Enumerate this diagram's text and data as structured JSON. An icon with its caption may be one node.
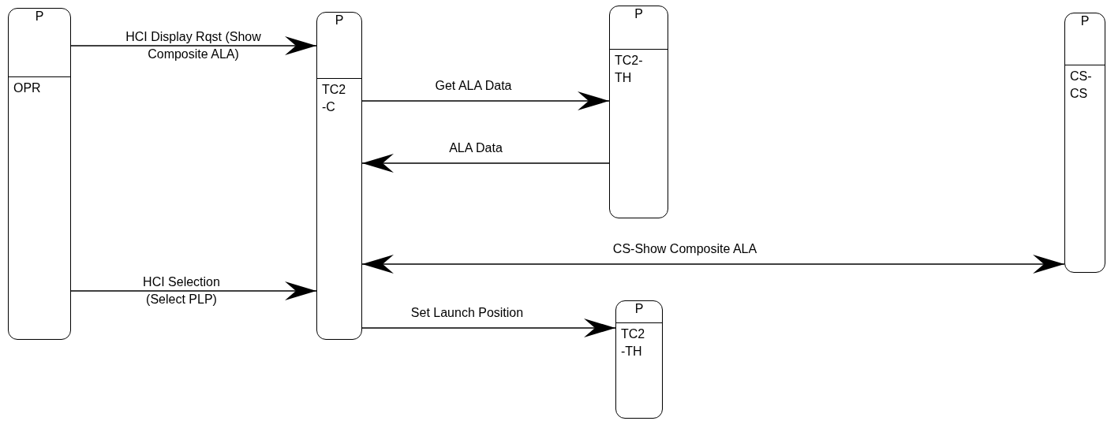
{
  "diagram": {
    "nodes": [
      {
        "text": [
          "P",
          "OPR"
        ]
      },
      {
        "text": [
          "P",
          "TC2 -C"
        ]
      },
      {
        "text": [
          "P",
          "TC2- TH"
        ]
      },
      {
        "text": [
          "P",
          "CS- CS"
        ]
      },
      {
        "text": [
          "P",
          "TC2 -TH"
        ]
      }
    ],
    "edges": [
      {
        "from": 0,
        "to": 1,
        "arrow": "to",
        "label": "HCI Display Rqst (Show Composite ALA)"
      },
      {
        "from": 1,
        "to": 2,
        "arrow": "to",
        "label": "Get ALA Data"
      },
      {
        "from": 2,
        "to": 1,
        "arrow": "to",
        "label": "ALA Data"
      },
      {
        "from": 1,
        "to": 3,
        "arrow": "both",
        "label": "CS-Show Composite ALA"
      },
      {
        "from": 0,
        "to": 1,
        "arrow": "to",
        "label": "HCI Selection (Select PLP)"
      },
      {
        "from": 1,
        "to": 4,
        "arrow": "to",
        "label": "Set Launch Position"
      }
    ]
  }
}
